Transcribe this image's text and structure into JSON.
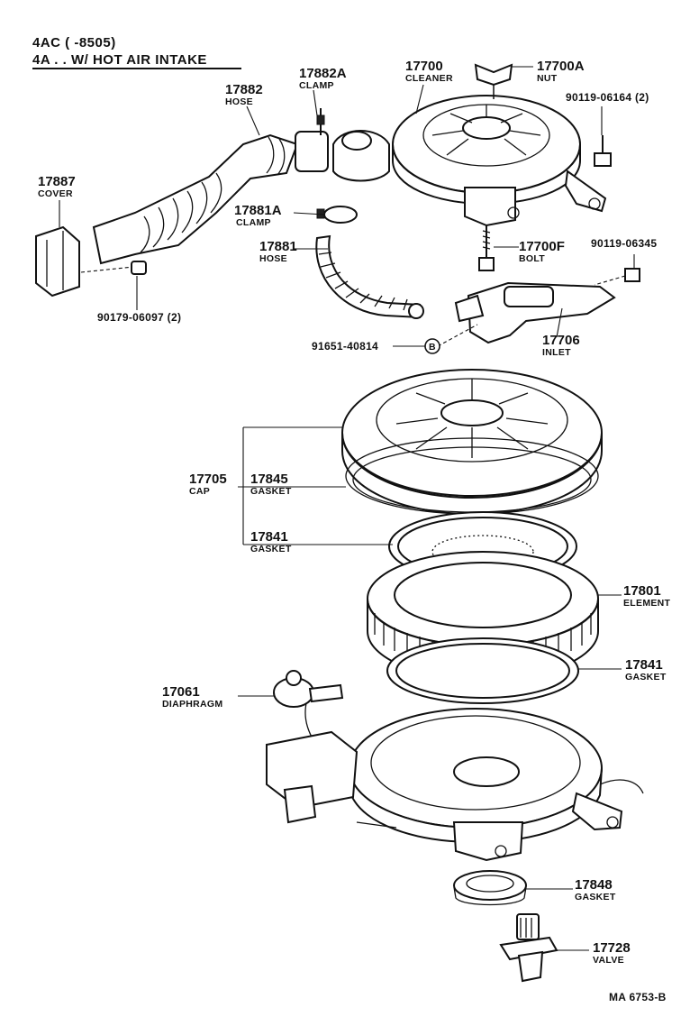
{
  "header": {
    "line1": "4AC (      -8505)",
    "line2": "4A . . W/ HOT  AIR  INTAKE"
  },
  "parts": [
    {
      "id": "cover",
      "number": "17887",
      "name": "COVER"
    },
    {
      "id": "hose-main",
      "number": "17882",
      "name": "HOSE"
    },
    {
      "id": "clamp-upper",
      "number": "17882A",
      "name": "CLAMP"
    },
    {
      "id": "cleaner",
      "number": "17700",
      "name": "CLEANER"
    },
    {
      "id": "nut",
      "number": "17700A",
      "name": "NUT"
    },
    {
      "id": "bolt-90119-06164",
      "number": "90119-06164 (2)",
      "name": ""
    },
    {
      "id": "clamp-lower",
      "number": "17881A",
      "name": "CLAMP"
    },
    {
      "id": "hose-small",
      "number": "17881",
      "name": "HOSE"
    },
    {
      "id": "bolt-17700f",
      "number": "17700F",
      "name": "BOLT"
    },
    {
      "id": "bolt-90119-06345",
      "number": "90119-06345",
      "name": ""
    },
    {
      "id": "nut-90179",
      "number": "90179-06097 (2)",
      "name": ""
    },
    {
      "id": "inlet",
      "number": "17706",
      "name": "INLET"
    },
    {
      "id": "clip-91651",
      "number": "91651-40814",
      "name": ""
    },
    {
      "id": "cap",
      "number": "17705",
      "name": "CAP"
    },
    {
      "id": "gasket-17845",
      "number": "17845",
      "name": "GASKET"
    },
    {
      "id": "gasket-17841-upper",
      "number": "17841",
      "name": "GASKET"
    },
    {
      "id": "element",
      "number": "17801",
      "name": "ELEMENT"
    },
    {
      "id": "gasket-17841-lower",
      "number": "17841",
      "name": "GASKET"
    },
    {
      "id": "diaphragm",
      "number": "17061",
      "name": "DIAPHRAGM"
    },
    {
      "id": "gasket-17848",
      "number": "17848",
      "name": "GASKET"
    },
    {
      "id": "valve",
      "number": "17728",
      "name": "VALVE"
    }
  ],
  "marker": "B",
  "footer": {
    "code": "MA  6753-B"
  }
}
